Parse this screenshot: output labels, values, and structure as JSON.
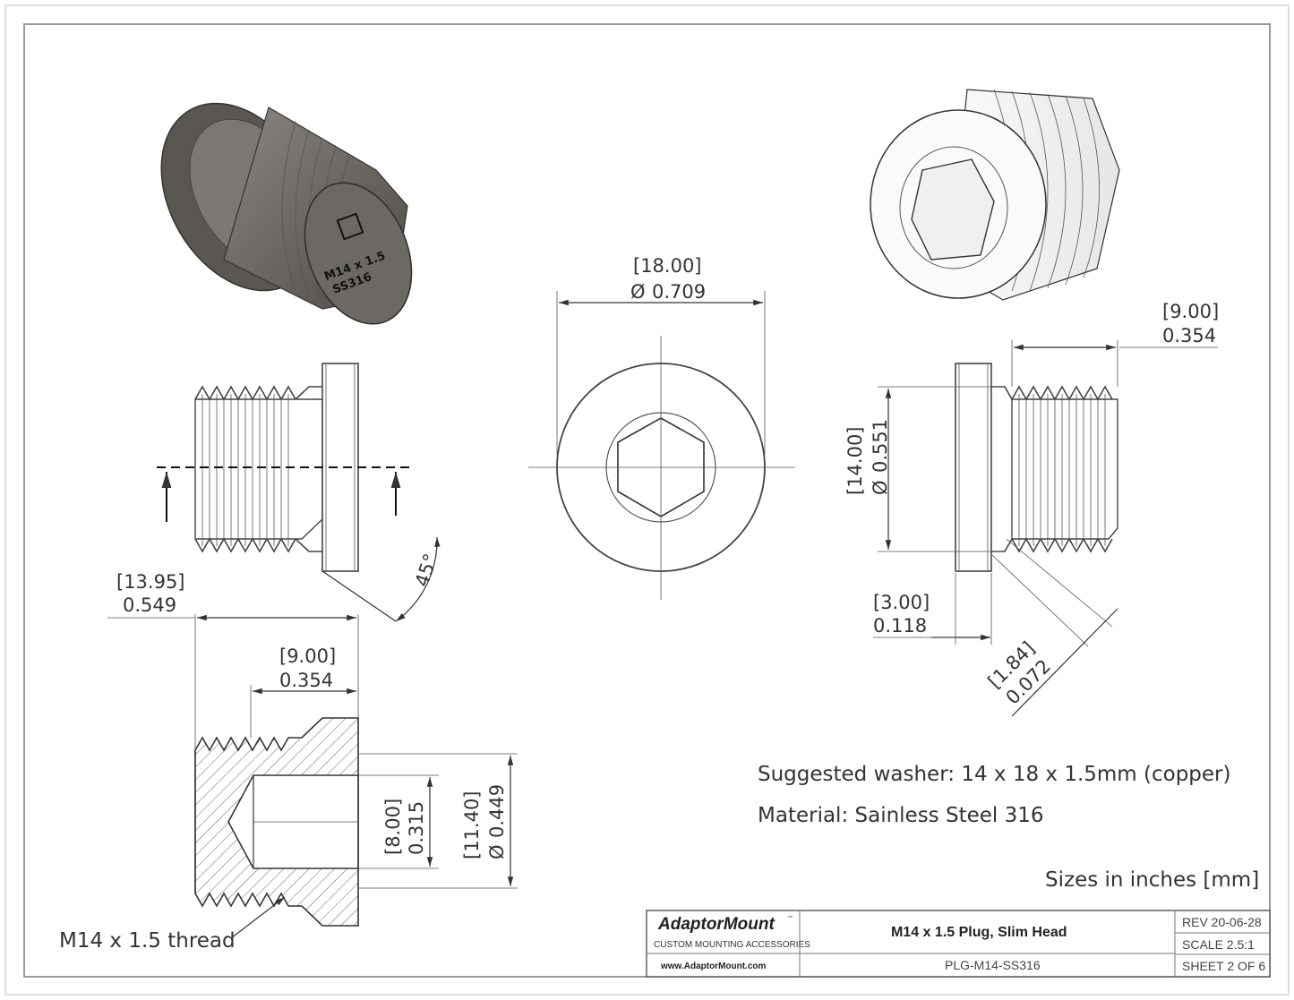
{
  "dimensions": {
    "head_diameter_mm": "[18.00]",
    "head_diameter_in": "0.709",
    "thread_length_right_mm": "[9.00]",
    "thread_length_right_in": "0.354",
    "thread_major_mm": "[14.00]",
    "thread_major_in": "0.551",
    "head_thickness_mm": "[3.00]",
    "head_thickness_in": "0.118",
    "undercut_mm": "[1.84]",
    "undercut_in": "0.072",
    "overall_length_mm": "[13.95]",
    "overall_length_in": "0.549",
    "thread_length_mm": "[9.00]",
    "thread_length_in": "0.354",
    "hex_size_mm": "[8.00]",
    "hex_size_in": "0.315",
    "counterbore_mm": "[11.40]",
    "counterbore_in": "0.449",
    "chamfer_angle": "45°"
  },
  "diameter_symbol": "Ø",
  "part_marking": {
    "line1": "M14 x 1.5",
    "line2": "SS316"
  },
  "notes": {
    "thread_callout": "M14 x 1.5 thread",
    "washer": "Suggested washer: 14 x 18 x 1.5mm (copper)",
    "material": "Material: Sainless Steel 316",
    "units": "Sizes in inches [mm]"
  },
  "title_block": {
    "company": "AdaptorMount",
    "trademark": "™",
    "tagline": "CUSTOM MOUNTING ACCESSORIES",
    "website": "www.AdaptorMount.com",
    "title": "M14 x 1.5 Plug, Slim Head",
    "part_number": "PLG-M14-SS316",
    "revision": "REV 20-06-28",
    "scale": "SCALE 2.5:1",
    "sheet": "SHEET 2 OF 6"
  }
}
